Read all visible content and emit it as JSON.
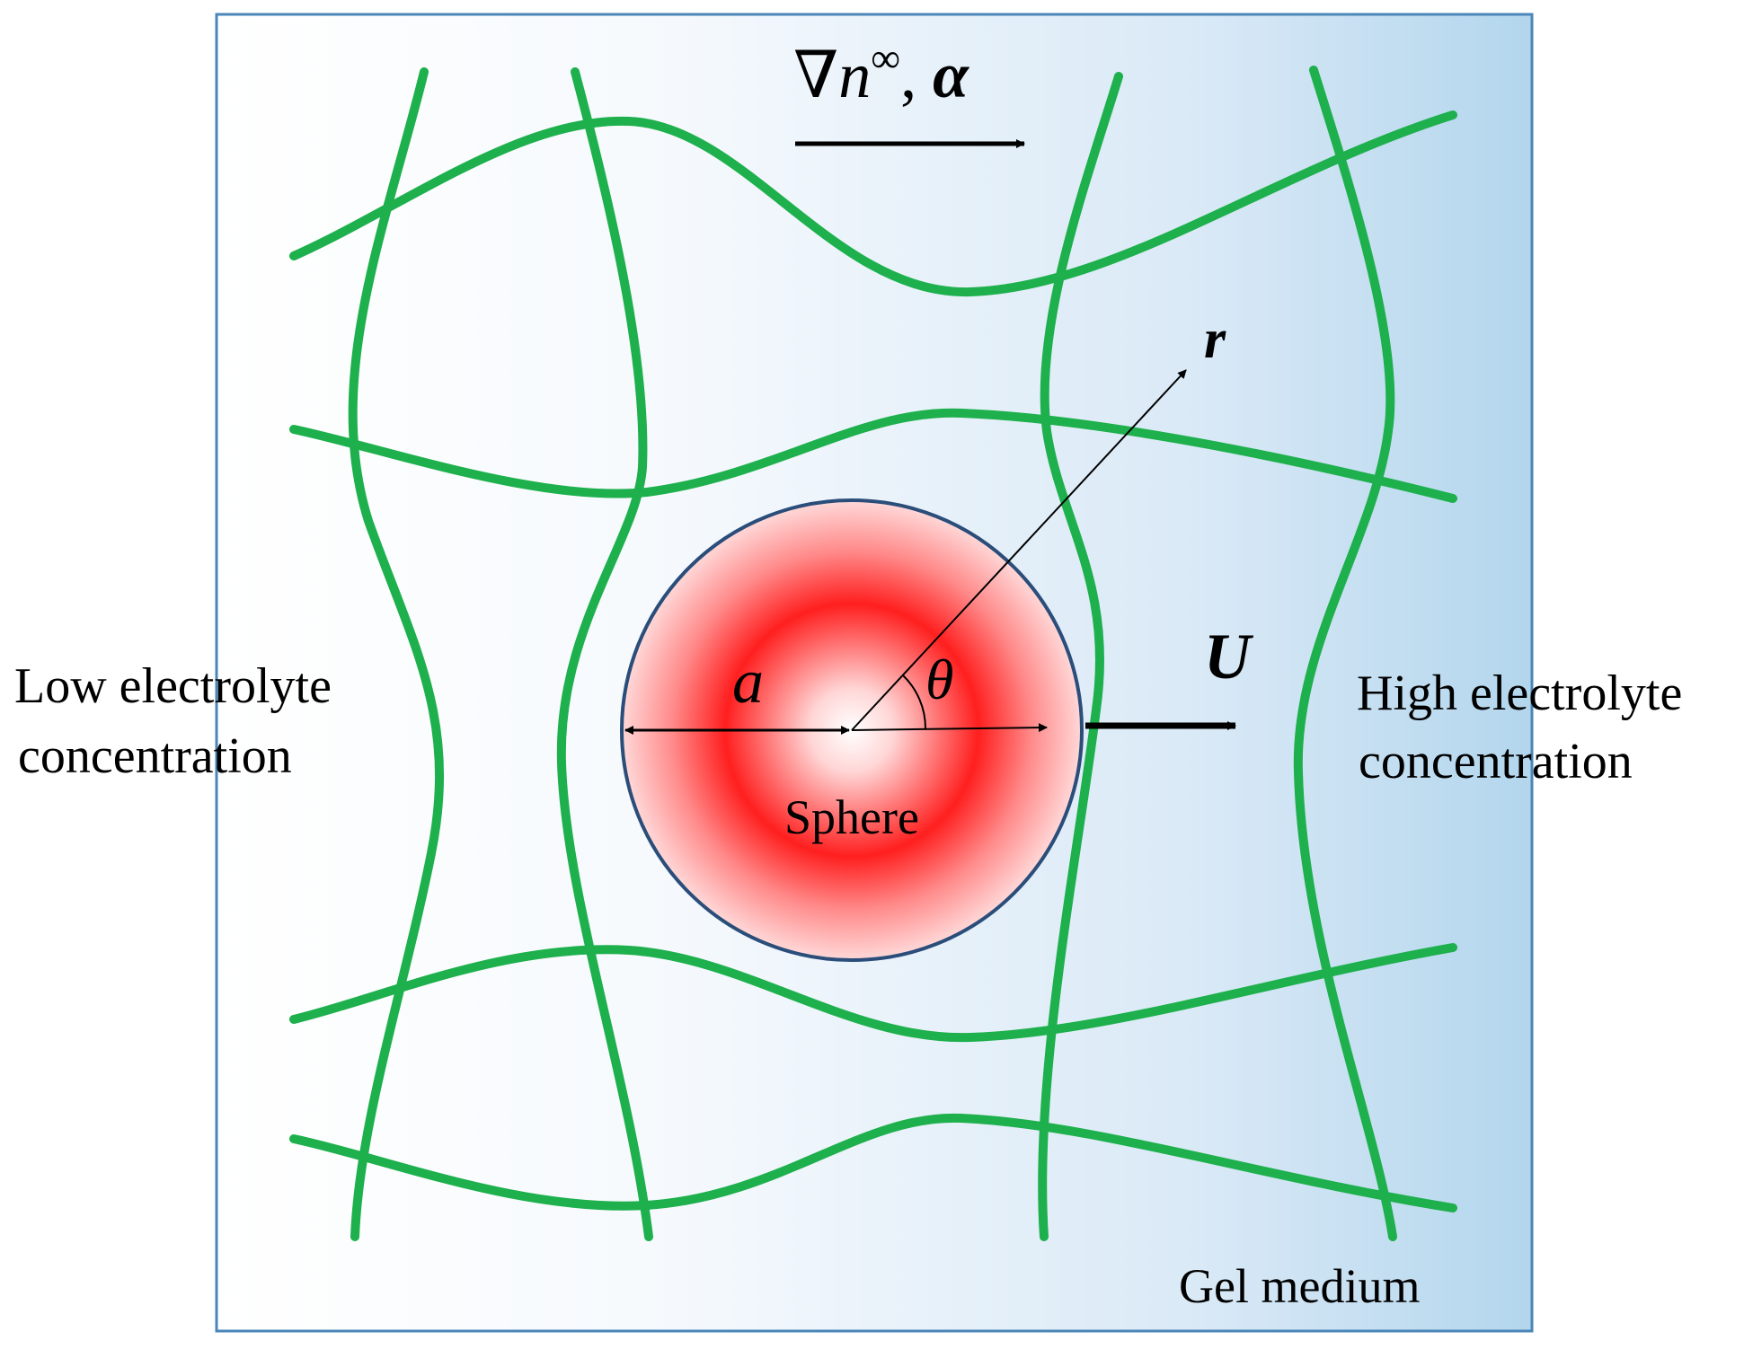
{
  "labels": {
    "gradient_symbol": "∇n",
    "gradient_superscript": "∞",
    "gradient_separator": ", ",
    "gradient_alpha": "α",
    "radius_label": "a",
    "angle_label": "θ",
    "r_label": "r",
    "velocity_label": "U",
    "sphere_label": "Sphere",
    "left_line1": "Low electrolyte",
    "left_line2": "concentration",
    "right_line1": "High electrolyte",
    "right_line2": "concentration",
    "medium_label": "Gel medium"
  },
  "colors": {
    "fiber": "#1db04c",
    "sphere_red": "#ff1a1a",
    "sphere_outline": "#2a4d7a",
    "bg_left": "#ffffff",
    "bg_right": "#b6d8ee",
    "frame": "#4a86b8"
  }
}
